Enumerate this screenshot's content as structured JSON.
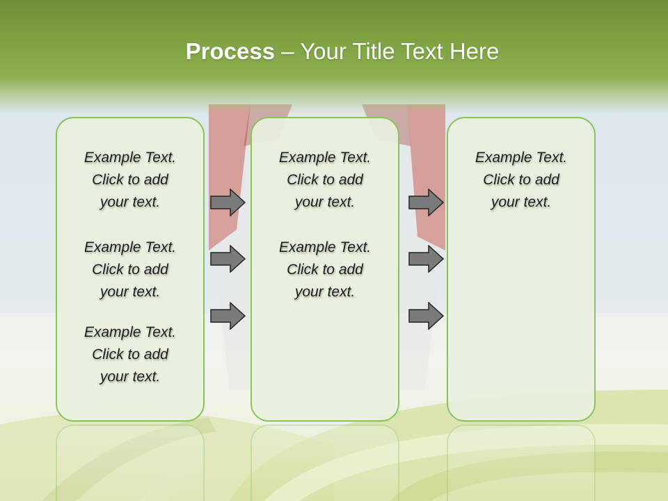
{
  "slide": {
    "title_strong": "Process",
    "title_rest": "  – Your Title Text Here",
    "colors": {
      "header_green": "#7fa342",
      "box_border": "#8dc15a",
      "box_fill": "#e8f1de",
      "arrow_fill": "#7a7a7a",
      "arrow_stroke": "#222222"
    }
  },
  "columns": [
    {
      "blocks": [
        {
          "line1": "Example Text.",
          "line2": "Click  to add",
          "line3": "your text."
        },
        {
          "line1": "Example Text.",
          "line2": "Click  to add",
          "line3": "your text."
        },
        {
          "line1": "Example Text.",
          "line2": "Click  to add",
          "line3": "your text."
        }
      ]
    },
    {
      "blocks": [
        {
          "line1": "Example Text.",
          "line2": "Click  to add",
          "line3": "your text."
        },
        {
          "line1": "Example Text.",
          "line2": "Click  to add",
          "line3": "your text."
        }
      ]
    },
    {
      "blocks": [
        {
          "line1": "Example Text.",
          "line2": "Click  to add",
          "line3": "your text."
        }
      ]
    }
  ],
  "arrows": {
    "icon": "right-arrow-icon",
    "count_between_each_pair": 3
  }
}
